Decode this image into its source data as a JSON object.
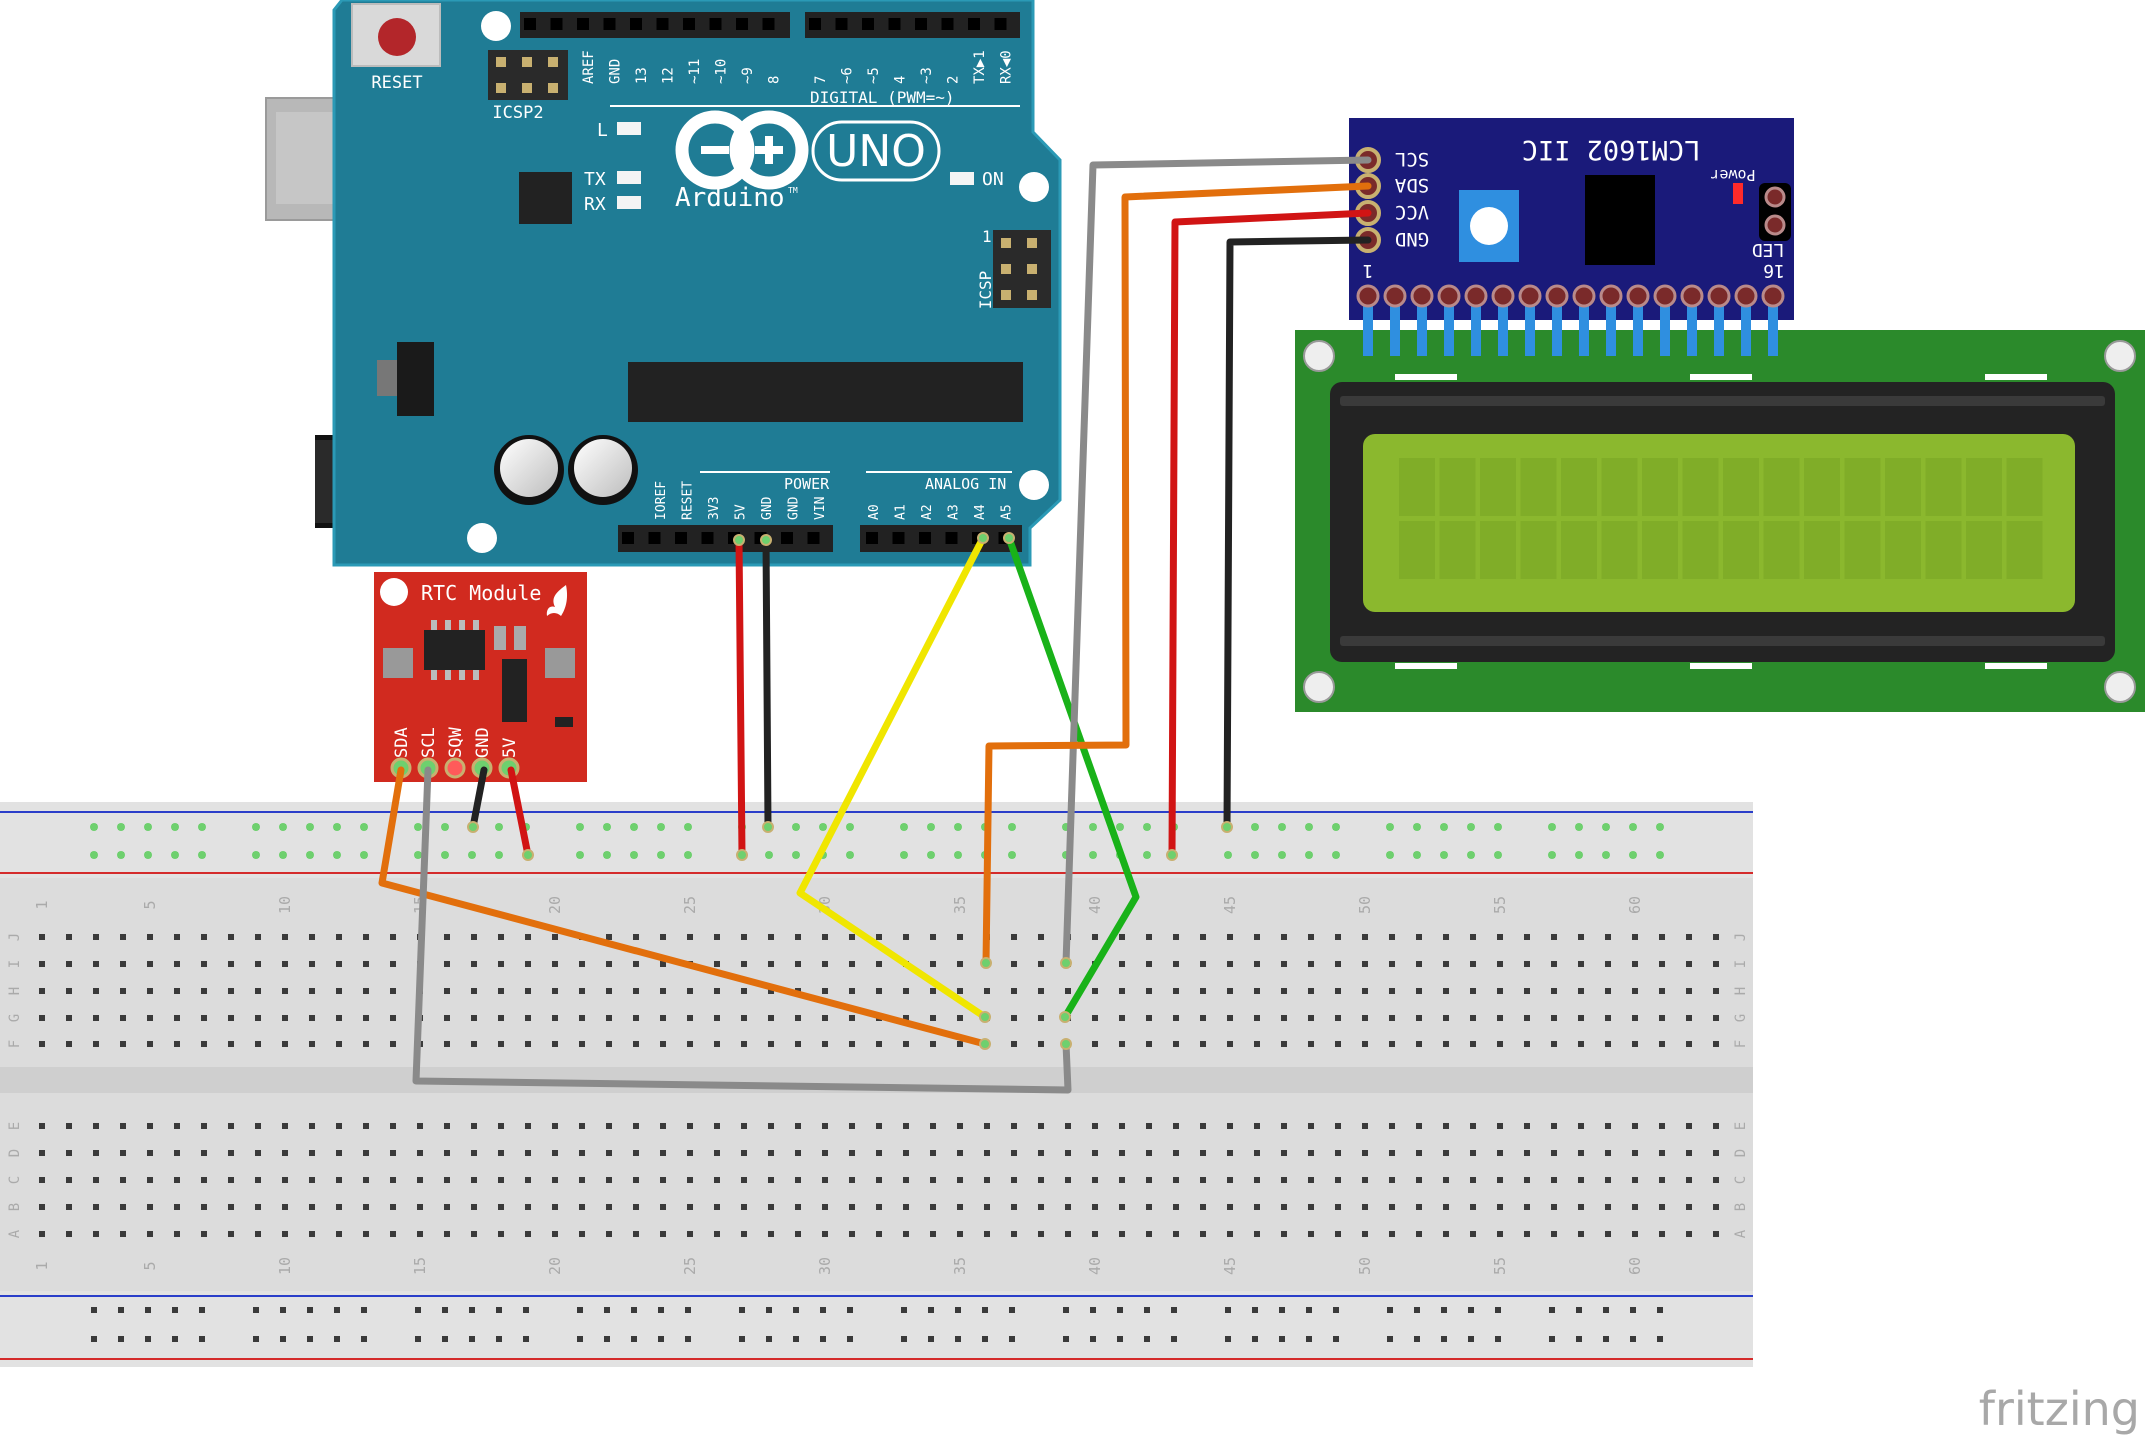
{
  "arduino": {
    "reset_label": "RESET",
    "icsp2_label": "ICSP2",
    "icsp_label": "ICSP",
    "digital_label": "DIGITAL (PWM=~)",
    "digital_pins_left": [
      "AREF",
      "GND",
      "13",
      "12",
      "~11",
      "~10",
      "~9",
      "8"
    ],
    "digital_pins_right": [
      "7",
      "~6",
      "~5",
      "4",
      "~3",
      "2",
      "TX▶1",
      "RX◀0"
    ],
    "led_l": "L",
    "led_tx": "TX",
    "led_rx": "RX",
    "on_label": "ON",
    "brand": "Arduino",
    "brand_tm": "TM",
    "model": "UNO",
    "power_label": "POWER",
    "power_pins": [
      "IOREF",
      "RESET",
      "3V3",
      "5V",
      "GND",
      "GND",
      "VIN"
    ],
    "analog_label": "ANALOG IN",
    "analog_pins": [
      "A0",
      "A1",
      "A2",
      "A3",
      "A4",
      "A5"
    ],
    "icsp_pin1": "1"
  },
  "rtc": {
    "title": "RTC Module",
    "pins": [
      "SDA",
      "SCL",
      "SQW",
      "GND",
      "5V"
    ]
  },
  "i2c_backpack": {
    "title": "LCM1602 IIC",
    "pins": [
      "SCL",
      "SDA",
      "VCC",
      "GND"
    ],
    "power_label": "Power",
    "led_label": "LED",
    "pin1": "1",
    "pin16": "16"
  },
  "breadboard": {
    "column_numbers": [
      "1",
      "5",
      "10",
      "15",
      "20",
      "25",
      "30",
      "35",
      "40",
      "45",
      "50",
      "55",
      "60"
    ],
    "rows_top": [
      "J",
      "I",
      "H",
      "G",
      "F"
    ],
    "rows_bottom": [
      "E",
      "D",
      "C",
      "B",
      "A"
    ]
  },
  "watermark": "fritzing",
  "colors": {
    "arduino_board": "#1f7c95",
    "rtc_board": "#d12a1f",
    "backpack_board": "#1a1a7a",
    "lcd_pcb": "#2b8a2b",
    "lcd_screen": "#8bb82e",
    "breadboard": "#dcdcdc",
    "wire_red": "#d11414",
    "wire_black": "#222222",
    "wire_yellow": "#f0e600",
    "wire_green": "#19b219",
    "wire_orange": "#e26f0c",
    "wire_gray": "#8a8a8a"
  }
}
